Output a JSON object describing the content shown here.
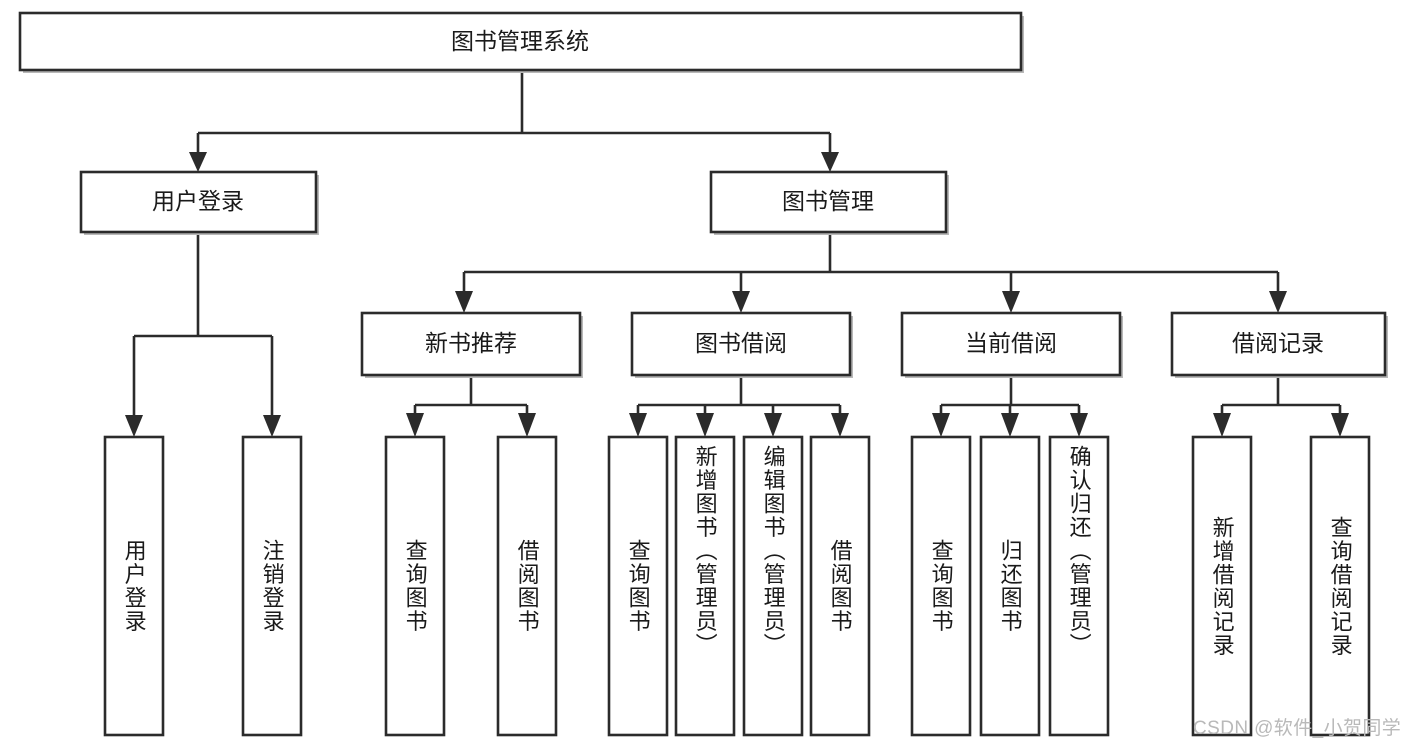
{
  "diagram": {
    "title": "图书管理系统",
    "type": "tree-hierarchy",
    "root": {
      "id": "root",
      "label": "图书管理系统"
    },
    "level2": [
      {
        "id": "user-login",
        "label": "用户登录"
      },
      {
        "id": "book-manage",
        "label": "图书管理"
      }
    ],
    "level3": [
      {
        "id": "new-book-recommend",
        "label": "新书推荐",
        "parent": "book-manage"
      },
      {
        "id": "book-borrow",
        "label": "图书借阅",
        "parent": "book-manage"
      },
      {
        "id": "current-borrow",
        "label": "当前借阅",
        "parent": "book-manage"
      },
      {
        "id": "borrow-record",
        "label": "借阅记录",
        "parent": "book-manage"
      }
    ],
    "leaves": [
      {
        "id": "leaf-user-login",
        "label": "用户登录",
        "parent": "user-login"
      },
      {
        "id": "leaf-logout",
        "label": "注销登录",
        "parent": "user-login"
      },
      {
        "id": "leaf-query-book-1",
        "label": "查询图书",
        "parent": "new-book-recommend"
      },
      {
        "id": "leaf-borrow-book-1",
        "label": "借阅图书",
        "parent": "new-book-recommend"
      },
      {
        "id": "leaf-query-book-2",
        "label": "查询图书",
        "parent": "book-borrow"
      },
      {
        "id": "leaf-add-book",
        "label": "新增图书（管理员）",
        "parent": "book-borrow"
      },
      {
        "id": "leaf-edit-book",
        "label": "编辑图书（管理员）",
        "parent": "book-borrow"
      },
      {
        "id": "leaf-borrow-book-2",
        "label": "借阅图书",
        "parent": "book-borrow"
      },
      {
        "id": "leaf-query-book-3",
        "label": "查询图书",
        "parent": "current-borrow"
      },
      {
        "id": "leaf-return-book",
        "label": "归还图书",
        "parent": "current-borrow"
      },
      {
        "id": "leaf-confirm-return",
        "label": "确认归还（管理员）",
        "parent": "current-borrow"
      },
      {
        "id": "leaf-add-record",
        "label": "新增借阅记录",
        "parent": "borrow-record"
      },
      {
        "id": "leaf-query-record",
        "label": "查询借阅记录",
        "parent": "borrow-record"
      }
    ]
  },
  "watermark": {
    "text": "CSDN @软件_小贺同学"
  },
  "colors": {
    "stroke": "#2b2b2b",
    "fill": "#ffffff",
    "text": "#1a1a1a",
    "watermark": "#b9b9b9",
    "background": "#ffffff"
  }
}
